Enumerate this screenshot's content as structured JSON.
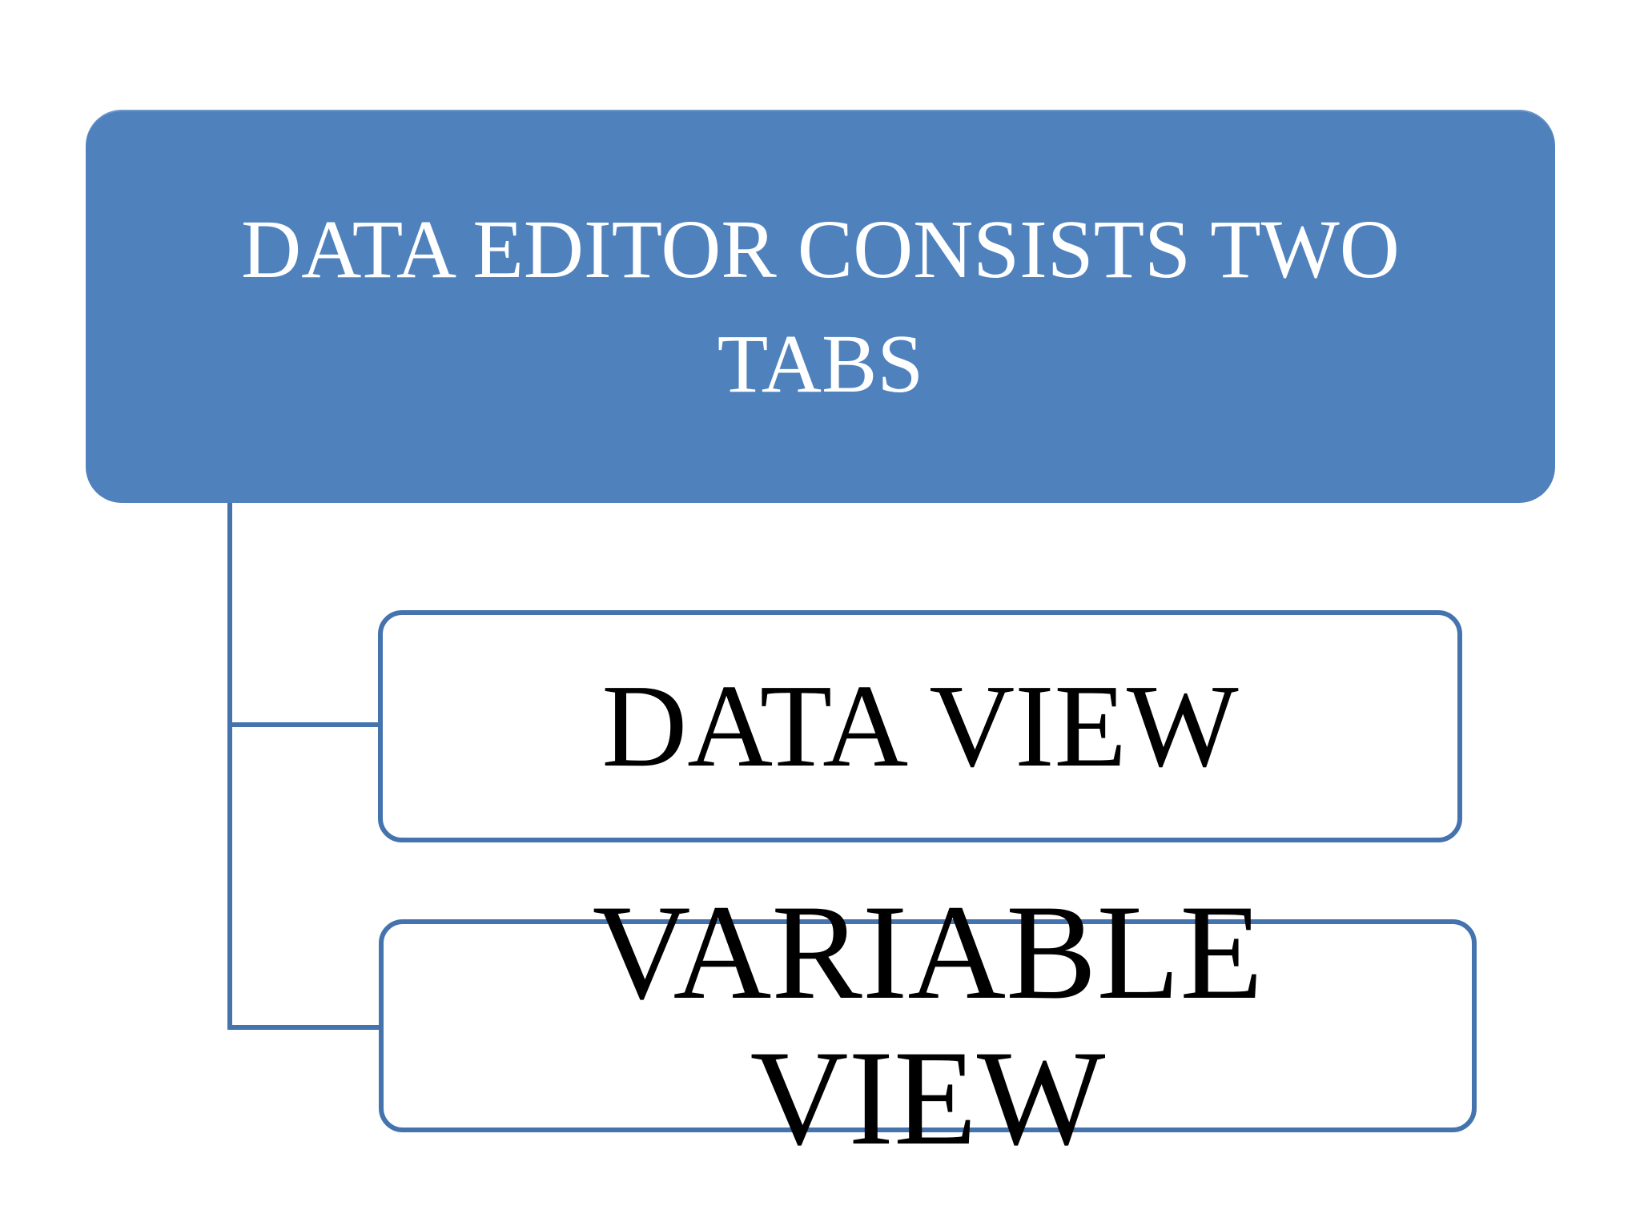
{
  "diagram": {
    "type": "hierarchy",
    "root": {
      "label": "DATA EDITOR CONSISTS TWO TABS"
    },
    "children": [
      {
        "label": "DATA VIEW"
      },
      {
        "label": "VARIABLE VIEW"
      }
    ],
    "colors": {
      "background": "#ffffff",
      "root_fill": "#4f81bd",
      "root_text": "#ffffff",
      "child_fill": "#ffffff",
      "child_border": "#4573ae",
      "child_text": "#000000",
      "connector": "#4573ae"
    }
  }
}
